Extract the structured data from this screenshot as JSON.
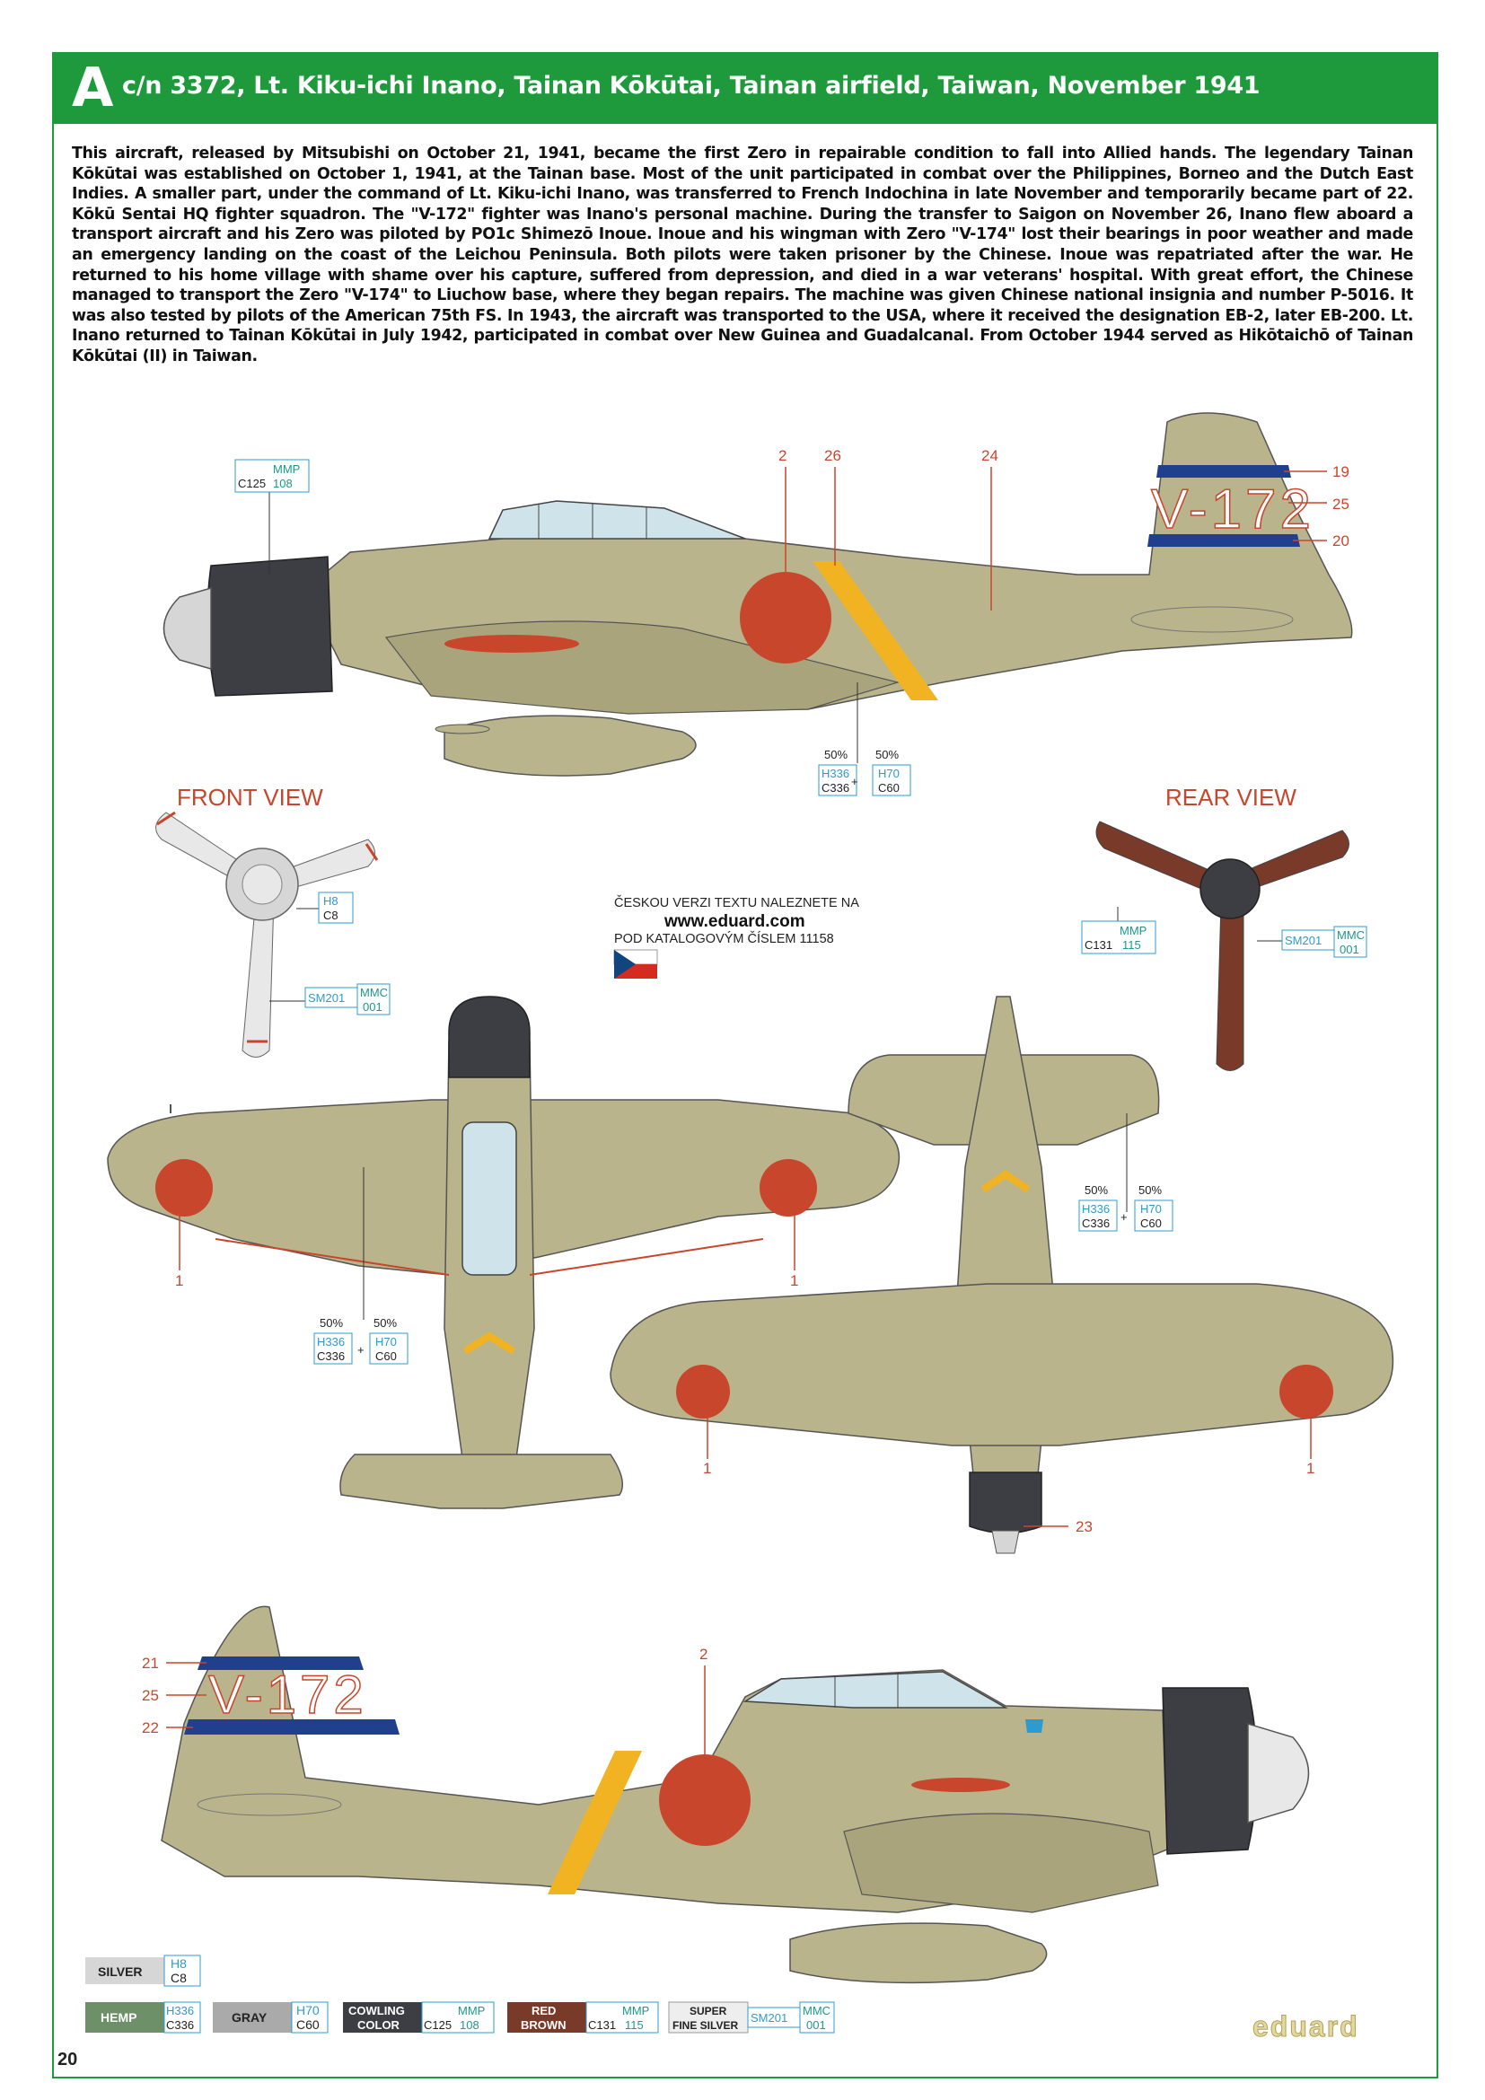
{
  "header": {
    "letter": "A",
    "title": "c/n 3372, Lt. Kiku-ichi Inano, Tainan Kōkūtai, Tainan airfield, Taiwan, November 1941"
  },
  "description": "This aircraft, released by Mitsubishi on October 21, 1941, became the first Zero in repairable condition to fall into Allied hands. The legendary Tainan Kōkūtai was established on October 1, 1941, at the Tainan base. Most of the unit participated in combat over the Philippines, Borneo and the Dutch East Indies. A smaller part, under the command of Lt. Kiku-ichi Inano, was transferred to French Indochina in late November and temporarily became part of 22. Kōkū Sentai HQ fighter squadron. The \"V-172\" fighter was Inano's personal machine. During the transfer to Saigon on November 26, Inano flew aboard a transport aircraft and his Zero was piloted by PO1c Shimezō Inoue. Inoue and his wingman with Zero \"V-174\" lost their bearings in poor weather and made an emergency landing on the coast of the Leichou Peninsula. Both pilots were taken prisoner by the Chinese. Inoue was repatriated after the war. He returned to his home village with shame over his capture, suffered from depression, and died in a war veterans' hospital. With great effort, the Chinese managed to transport the Zero \"V-174\" to Liuchow base, where they began repairs. The machine was given Chinese national insignia and number P-5016. It was also tested by pilots of the American 75th FS. In 1943, the aircraft was transported to the USA, where it received the designation EB-2, later EB-200. Lt. Inano returned to Tainan Kōkūtai in July 1942, participated in combat over New Guinea and Guadalcanal. From October 1944 served as Hikōtaichō of Tainan Kōkūtai (II) in Taiwan.",
  "tail_code": "V-172",
  "views": {
    "front": "FRONT VIEW",
    "rear": "REAR VIEW"
  },
  "czech_note": {
    "line1": "ČESKOU VERZI TEXTU NALEZNETE NA",
    "url": "www.eduard.com",
    "line2": "POD KATALOGOVÝM ČÍSLEM 11158"
  },
  "paint_codes": {
    "mmp": "MMP",
    "mmp108": "108",
    "mmp115": "115",
    "c125": "C125",
    "c131": "C131",
    "h336": "H336",
    "c336": "C336",
    "h70": "H70",
    "c60": "C60",
    "h8": "H8",
    "c8": "C8",
    "sm201": "SM201",
    "mmc": "MMC",
    "mmc001": "001",
    "pct": "50%",
    "plus": "+"
  },
  "callouts": {
    "n1": "1",
    "n2": "2",
    "n19": "19",
    "n20": "20",
    "n21": "21",
    "n22": "22",
    "n23": "23",
    "n24": "24",
    "n25": "25",
    "n26": "26"
  },
  "legend": [
    {
      "name": "SILVER",
      "codes": [
        "H8",
        "C8"
      ]
    },
    {
      "name": "HEMP",
      "codes": [
        "H336",
        "C336"
      ]
    },
    {
      "name": "GRAY",
      "codes": [
        "H70",
        "C60"
      ]
    },
    {
      "name": "COWLING COLOR",
      "codes": [
        "MMP 108",
        "C125"
      ]
    },
    {
      "name": "RED BROWN",
      "codes": [
        "MMP 115",
        "C131"
      ]
    },
    {
      "name": "SUPER FINE SILVER",
      "codes": [
        "SM201",
        "MMC 001"
      ]
    }
  ],
  "legend_labels": {
    "silver": "SILVER",
    "hemp": "HEMP",
    "gray": "GRAY",
    "cowl1": "COWLING",
    "cowl2": "COLOR",
    "rb1": "RED",
    "rb2": "BROWN",
    "sfs1": "SUPER",
    "sfs2": "FINE SILVER"
  },
  "page_number": "20",
  "brand": "eduard",
  "colors": {
    "green": "#1e9a3c",
    "hemp": "#b9b48c",
    "hinomaru": "#c8462c",
    "yellow": "#f2b322",
    "blue": "#203f8c",
    "cowling": "#3c3e44",
    "redbrown": "#7a3a2a",
    "silver": "#d6d6d6",
    "cyan": "#2c9bd2",
    "teal": "#1a9a88"
  }
}
